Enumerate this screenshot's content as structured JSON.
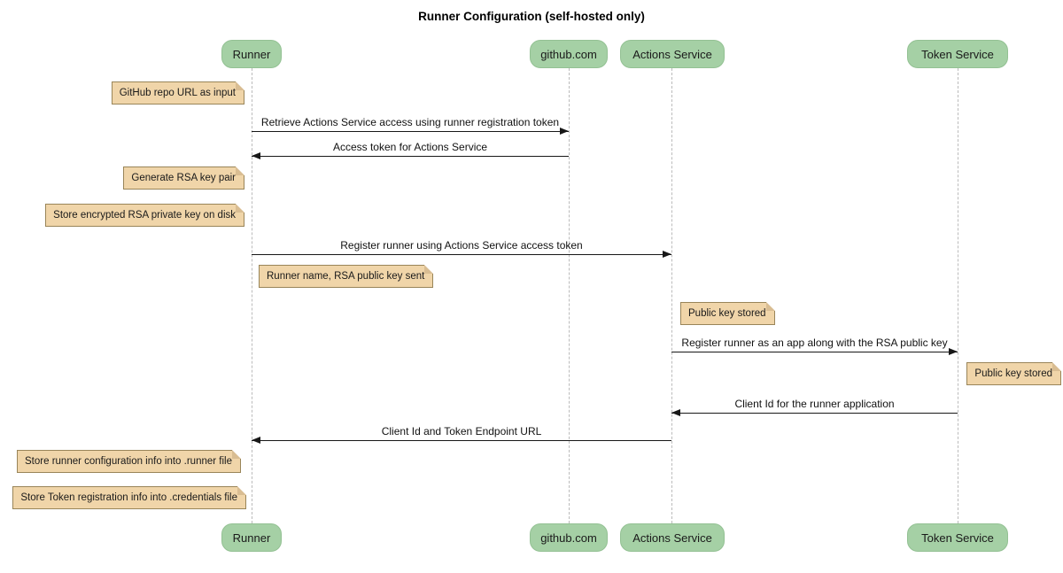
{
  "title": "Runner Configuration (self-hosted only)",
  "colors": {
    "participant_fill": "#a5d0a5",
    "participant_border": "#93c193",
    "note_fill": "#f0d5a9",
    "note_border": "#998559",
    "note_fold": "#d9bd92",
    "lifeline_color": "#bbbbbb",
    "arrow_color": "#181818"
  },
  "participants": [
    {
      "label": "Runner"
    },
    {
      "label": "github.com"
    },
    {
      "label": "Actions Service"
    },
    {
      "label": "Token Service"
    }
  ],
  "messages": [
    {
      "from": "Runner",
      "to": "github.com",
      "label": "Retrieve Actions Service access using runner registration token"
    },
    {
      "from": "github.com",
      "to": "Runner",
      "label": "Access token for Actions Service"
    },
    {
      "from": "Runner",
      "to": "Actions Service",
      "label": "Register runner using Actions Service access token"
    },
    {
      "from": "Actions Service",
      "to": "Token Service",
      "label": "Register runner as an app along with the RSA public key"
    },
    {
      "from": "Token Service",
      "to": "Actions Service",
      "label": "Client Id for the runner application"
    },
    {
      "from": "Actions Service",
      "to": "Runner",
      "label": "Client Id and Token Endpoint URL"
    }
  ],
  "notes": [
    {
      "attached_to": "Runner",
      "side": "left",
      "text": "GitHub repo URL as input"
    },
    {
      "attached_to": "Runner",
      "side": "left",
      "text": "Generate RSA key pair"
    },
    {
      "attached_to": "Runner",
      "side": "left",
      "text": "Store encrypted RSA private key on disk"
    },
    {
      "attached_to": "Runner",
      "side": "right",
      "text": "Runner name, RSA public key sent"
    },
    {
      "attached_to": "Actions Service",
      "side": "right",
      "text": "Public key stored"
    },
    {
      "attached_to": "Token Service",
      "side": "right",
      "text": "Public key stored"
    },
    {
      "attached_to": "Runner",
      "side": "left",
      "text": "Store runner configuration info into .runner file"
    },
    {
      "attached_to": "Runner",
      "side": "left",
      "text": "Store Token registration info into .credentials file"
    }
  ]
}
